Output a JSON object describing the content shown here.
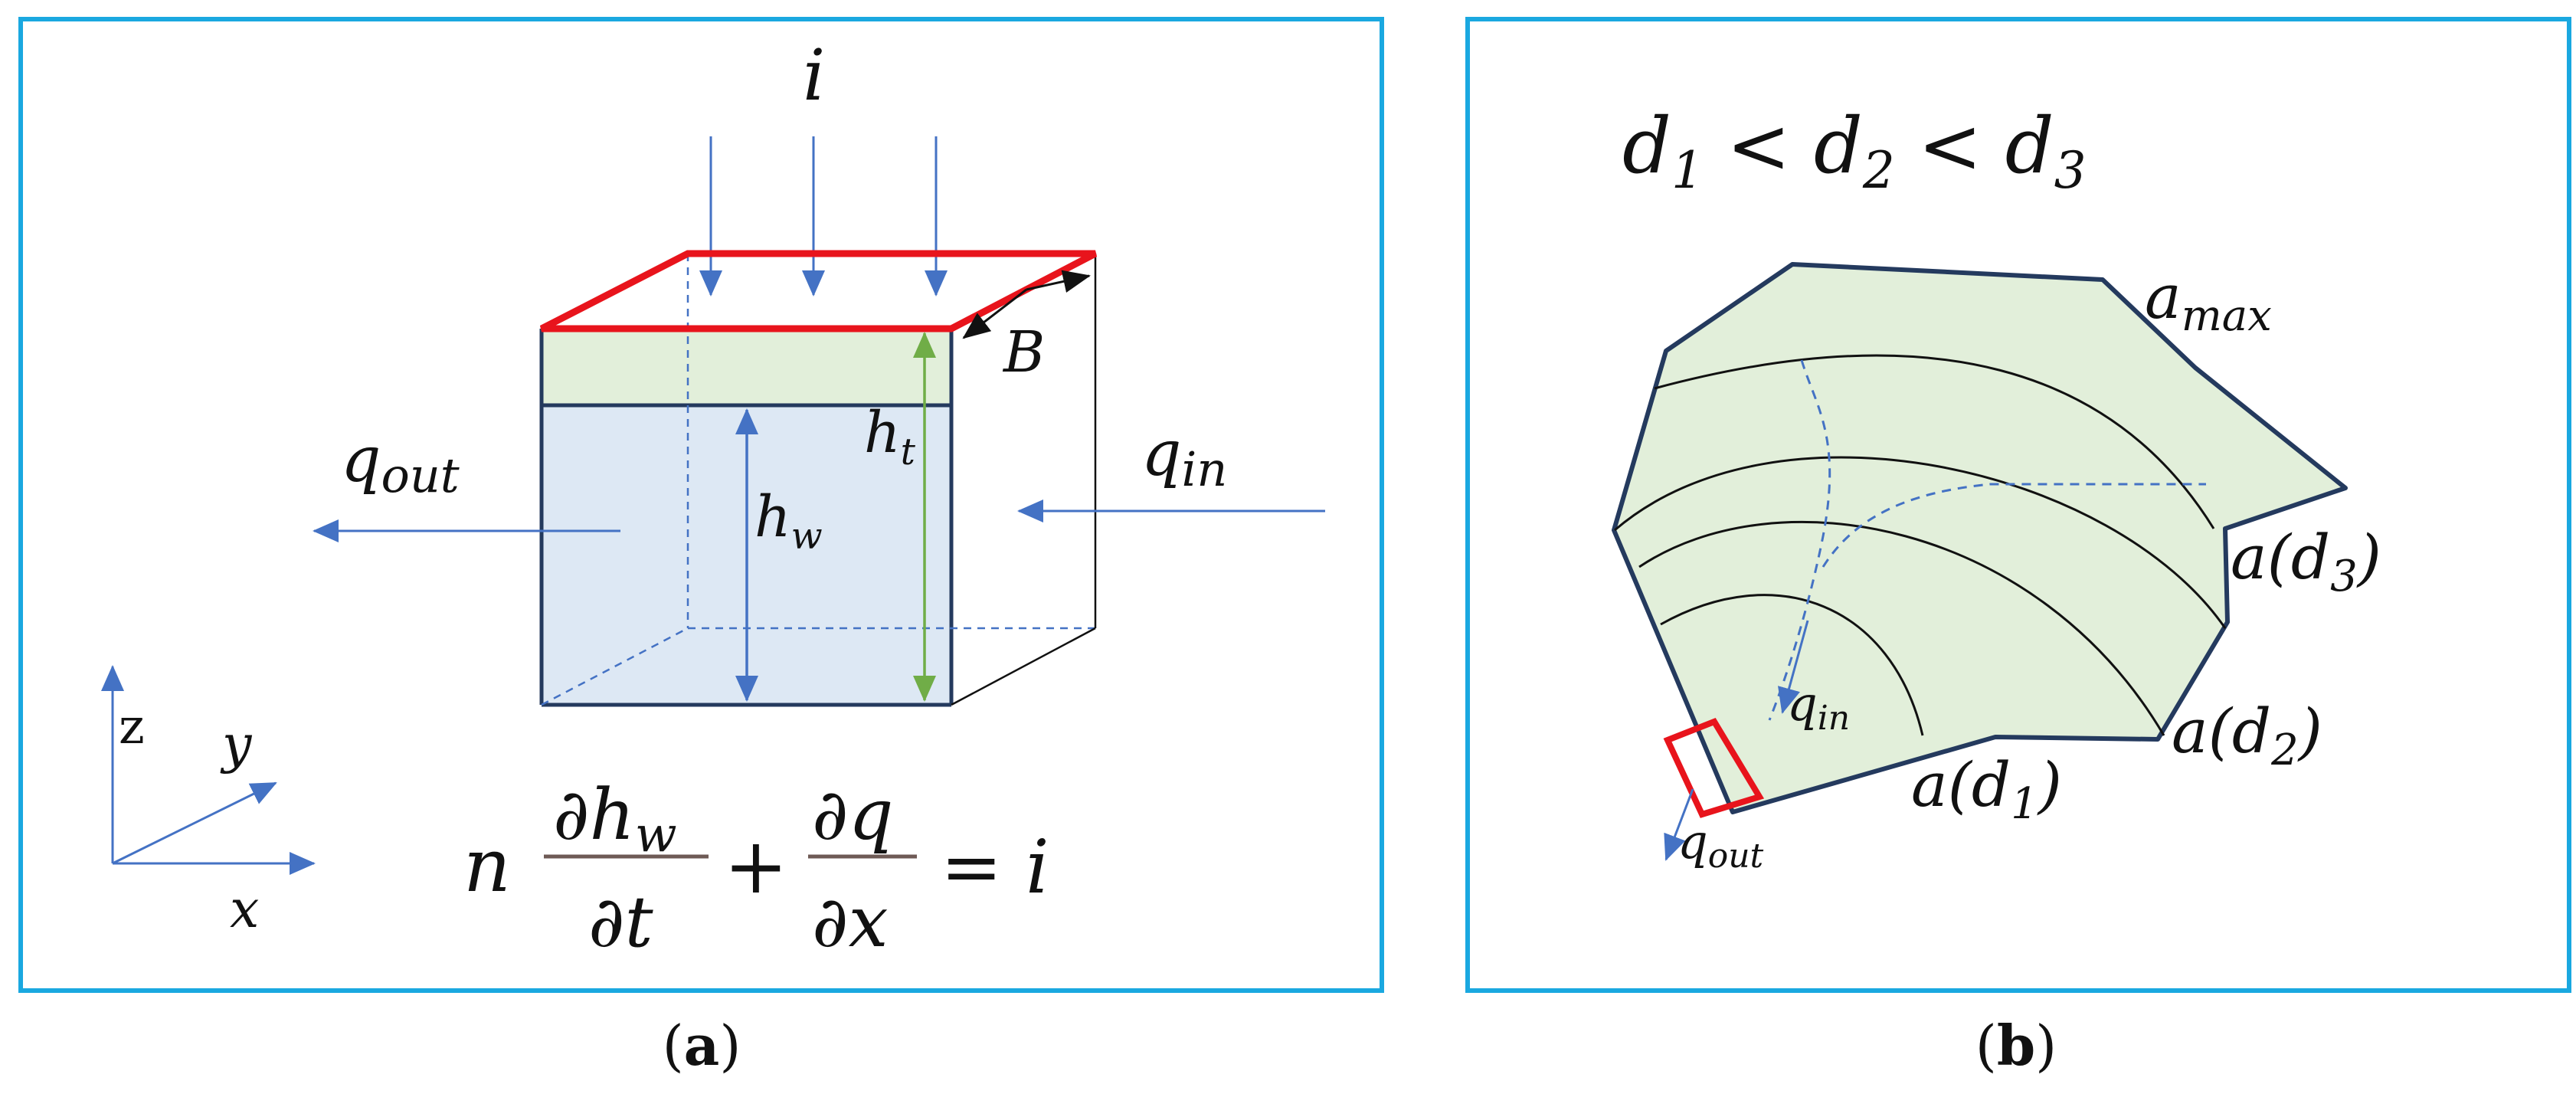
{
  "panel_a": {
    "caption_open": "(",
    "caption_letter": "a",
    "caption_close": ")",
    "label_rain": "i",
    "label_width": "B",
    "label_h_total": "h",
    "label_h_total_sub": "t",
    "label_h_water": "h",
    "label_h_water_sub": "w",
    "label_q_out": "q",
    "label_q_out_sub": "out",
    "label_q_in": "q",
    "label_q_in_sub": "in",
    "axis_z": "z",
    "axis_y": "y",
    "axis_x": "x",
    "equation": {
      "coef": "n",
      "num1": "∂h",
      "num1_sub": "w",
      "den1": "∂t",
      "plus": "+",
      "num2": "∂q",
      "den2": "∂x",
      "equals": "= i"
    }
  },
  "panel_b": {
    "caption_open": "(",
    "caption_letter": "b",
    "caption_close": ")",
    "inequality": {
      "d1": "d",
      "d1_sub": "1",
      "lt1": "<",
      "d2": "d",
      "d2_sub": "2",
      "lt2": "<",
      "d3": "d",
      "d3_sub": "3"
    },
    "label_amax": "a",
    "label_amax_sub": "max",
    "label_ad3": "a(d",
    "label_ad3_sub": "3",
    "label_ad3_close": ")",
    "label_ad2": "a(d",
    "label_ad2_sub": "2",
    "label_ad2_close": ")",
    "label_ad1": "a(d",
    "label_ad1_sub": "1",
    "label_ad1_close": ")",
    "label_q_in": "q",
    "label_q_in_sub": "in",
    "label_q_out": "q",
    "label_q_out_sub": "out"
  },
  "colors": {
    "frame": "#1aa8e0",
    "red": "#e8141c",
    "arrow_blue": "#4472c4",
    "green_arrow": "#70ad47",
    "green_fill": "#e2efda",
    "blue_fill": "#dde8f4",
    "outline_dark": "#243a5e"
  }
}
